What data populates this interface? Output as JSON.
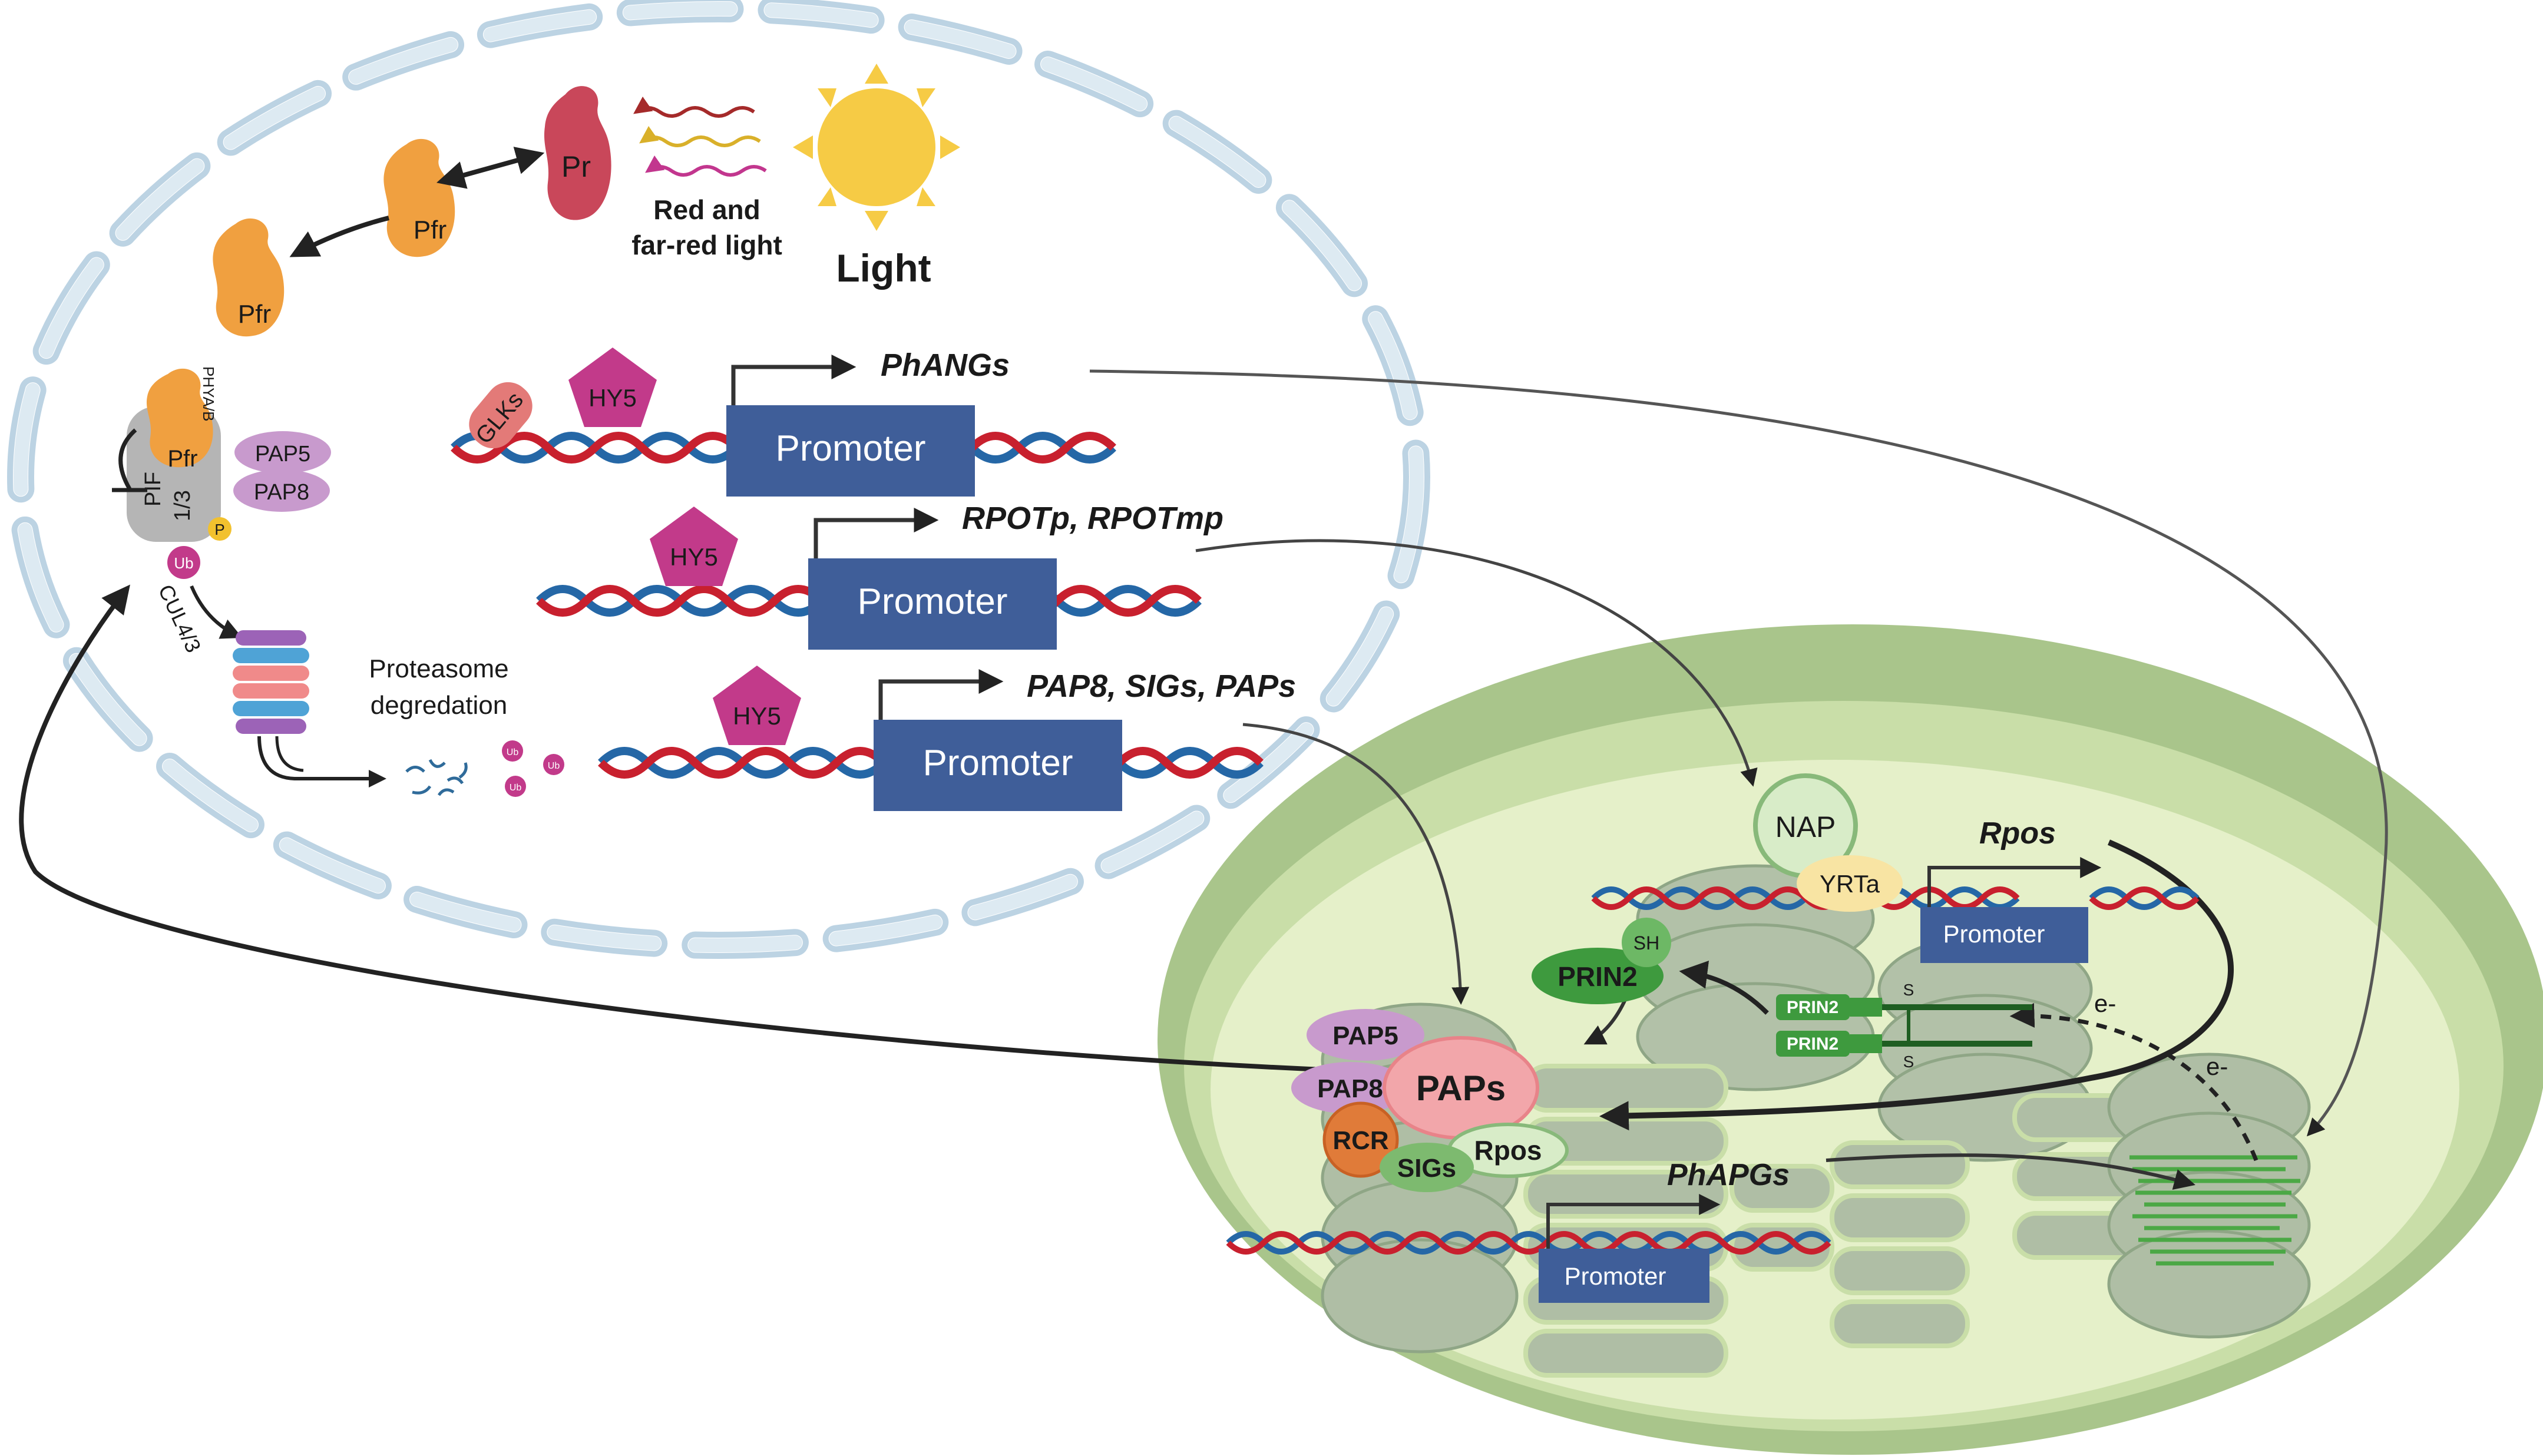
{
  "labels": {
    "pr": "Pr",
    "pfr": "Pfr",
    "red_light_1": "Red and",
    "red_light_2": "far-red light",
    "light": "Light",
    "phya_b": "PHYA/B",
    "pap5": "PAP5",
    "pap8": "PAP8",
    "pif": "PIF",
    "pif_num": "1/3",
    "p": "P",
    "ub": "Ub",
    "cul": "CUL4/3",
    "proteasome_1": "Proteasome",
    "proteasome_2": "degredation",
    "glks": "GLKs",
    "hy5": "HY5",
    "promoter": "Promoter",
    "phangs": "PhANGs",
    "rpot": "RPOTp, RPOTmp",
    "pap_sigs": "PAP8, SIGs, PAPs",
    "nap": "NAP",
    "yrta": "YRTa",
    "rpos": "Rpos",
    "sh": "SH",
    "prin2": "PRIN2",
    "s": "S",
    "e_minus": "e-",
    "paps": "PAPs",
    "rcr": "RCR",
    "sigs": "SIGs",
    "phapgs": "PhAPGs"
  },
  "colors": {
    "pfr_orange": "#F0A040",
    "pr_red": "#C9475A",
    "sun_yellow": "#F6CB45",
    "hy5_magenta": "#C23A8A",
    "promoter_blue": "#3F5E99",
    "dna_red": "#C8202E",
    "dna_blue": "#2567A6",
    "pap_purple": "#C89ACD",
    "glks_salmon": "#E37A78",
    "chloroplast_outer": "#A9C58B",
    "chloroplast_inner": "#E5F0C9",
    "thylakoid": "#A9B9A1",
    "prin2_green": "#3E9A3E",
    "nucleus_dash": "#BCD3E3"
  }
}
